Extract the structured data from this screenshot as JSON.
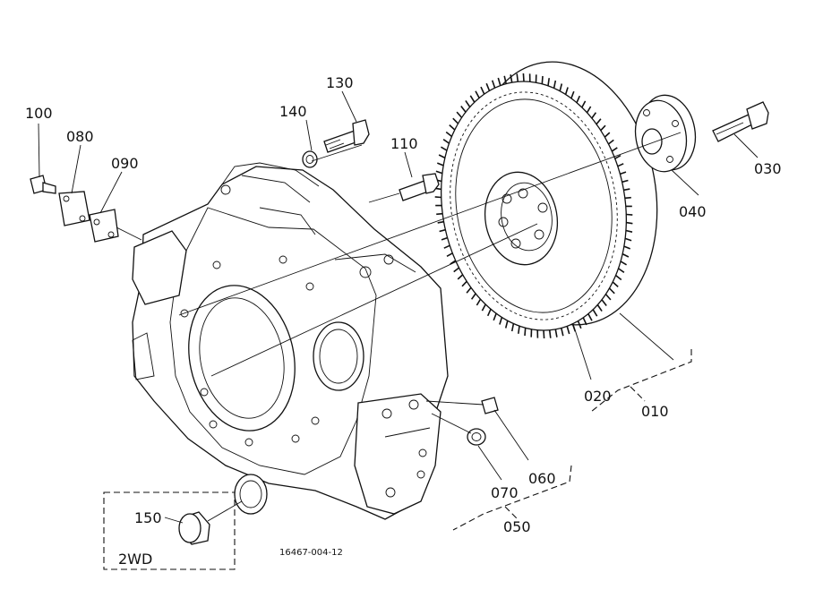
{
  "labels": {
    "p010": "010",
    "p020": "020",
    "p030": "030",
    "p040": "040",
    "p050": "050",
    "p060": "060",
    "p070": "070",
    "p080": "080",
    "p090": "090",
    "p100": "100",
    "p110": "110",
    "p130": "130",
    "p140": "140",
    "p150": "150"
  },
  "variant_label": "2WD",
  "drawing_code": "16467-004-12"
}
